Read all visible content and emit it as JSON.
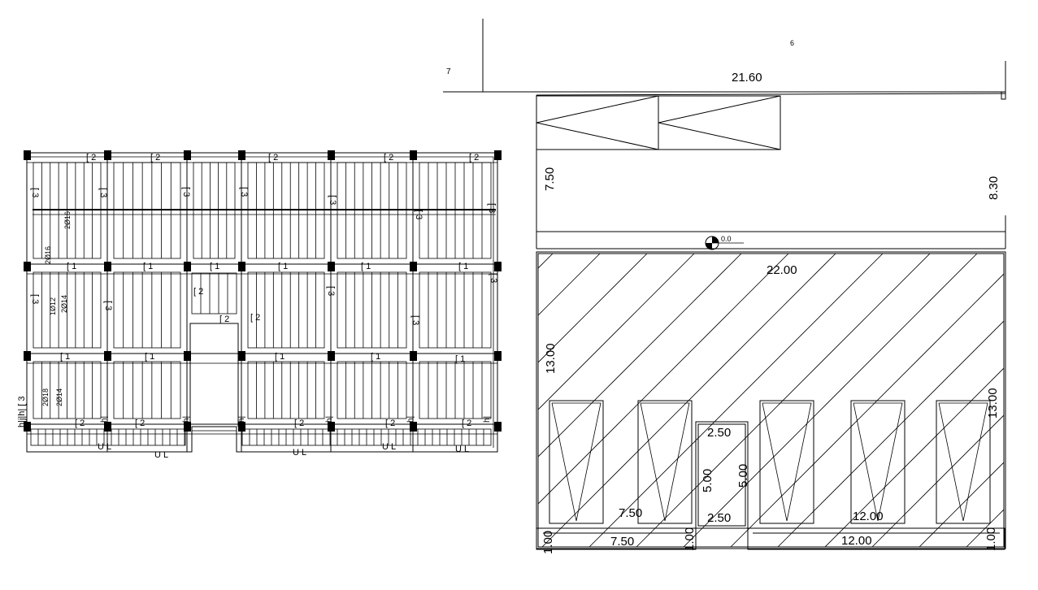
{
  "drawing": {
    "site_labels": {
      "left_point": "7",
      "top_point": "6"
    },
    "dimensions": {
      "frontage": "21.60",
      "setback_left": "7.50",
      "setback_right": "8.30",
      "level_mark": "0.0",
      "plot_width": "22.00",
      "plot_depth_left": "13.00",
      "plot_depth_right": "13.00",
      "room_width_top": "2.50",
      "room_width_bottom": "2.50",
      "room_depth_a": "5.00",
      "room_depth_b": "5.00",
      "left_span_inner": "7.50",
      "left_span_outer": "7.50",
      "right_span_inner": "12.00",
      "right_span_outer": "12.00",
      "edge_left": "1.00",
      "edge_mid": "1.00",
      "edge_right": "1.00"
    },
    "framing_plan": {
      "beam_tags_2": [
        "[ 2",
        "[ 2",
        "[ 2",
        "[ 2",
        "[ 2",
        "[ 2"
      ],
      "beam_tag_1": "[ 1",
      "beam_tag_3": "[ 3",
      "footing_tag": "U L",
      "rebar_notes": [
        "2Ø16",
        "2Ø16",
        "1Ø12",
        "2Ø14",
        "2Ø18",
        "2Ø14"
      ],
      "side_tag": "h|j|h| [ 3",
      "h_tag": "h|"
    }
  }
}
